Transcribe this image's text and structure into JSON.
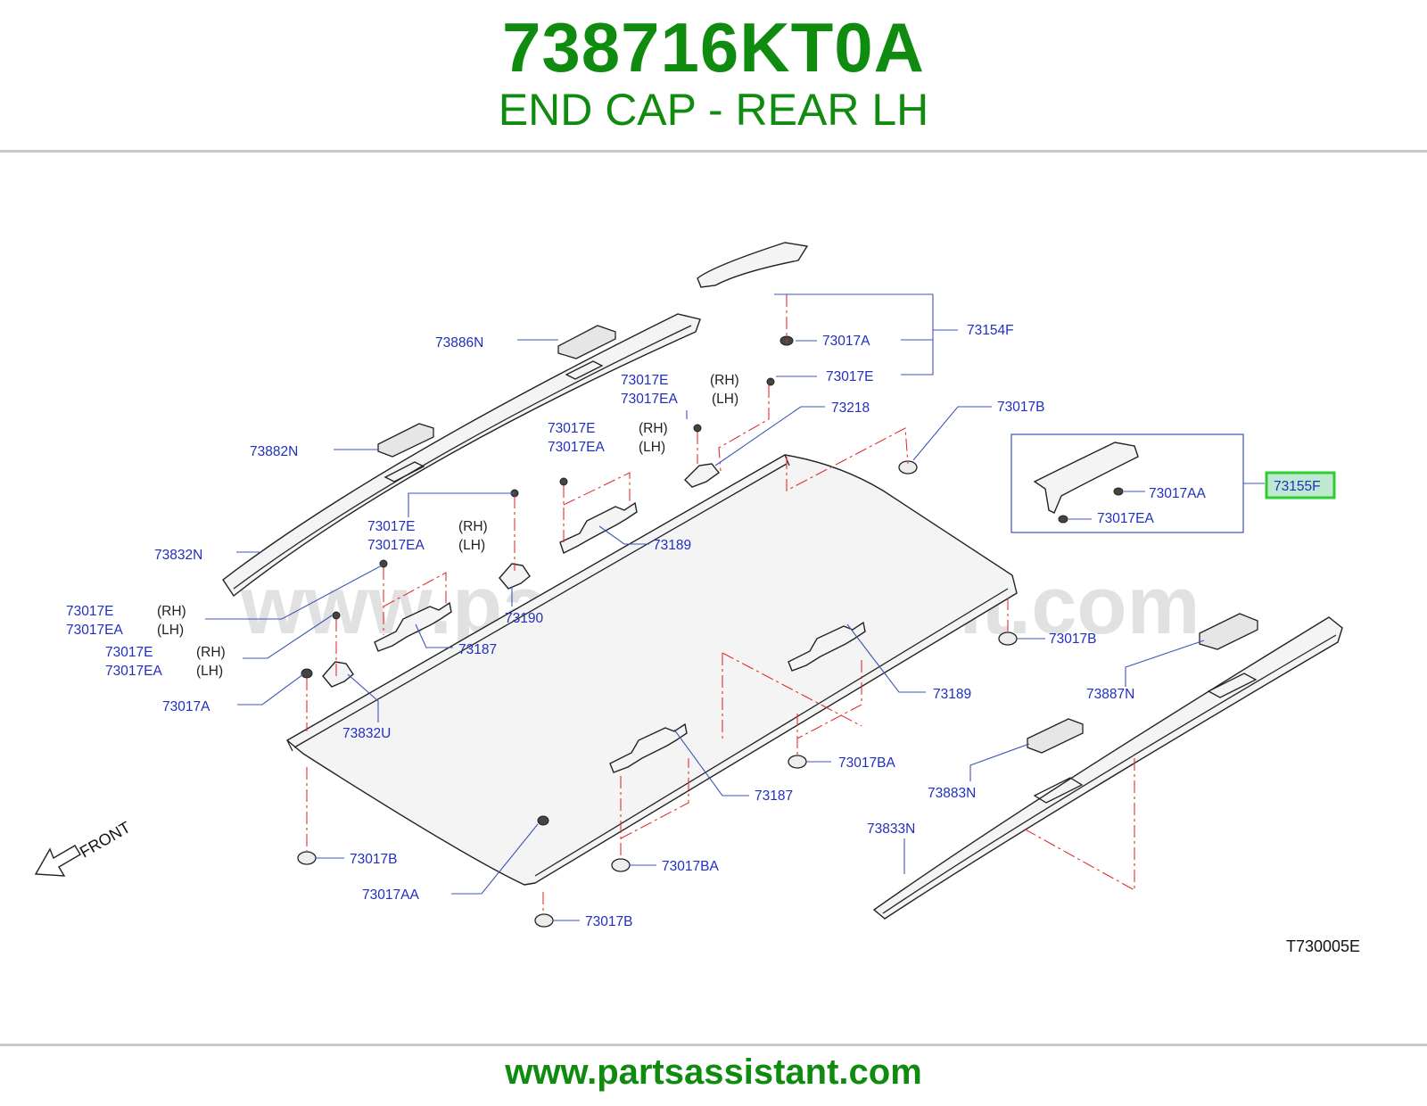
{
  "header": {
    "part_number": "738716KT0A",
    "part_name": "END CAP - REAR LH"
  },
  "footer": {
    "url": "www.partsassistant.com"
  },
  "diagram": {
    "watermark": "www.partsassistant.com",
    "ref_code": "T730005E",
    "front_label": "FRONT",
    "highlight_color": "#2ecc2e",
    "label_color": "#1f2fbf",
    "title_color": "#0f8c0f",
    "labels": {
      "l73886N": "73886N",
      "l73882N": "73882N",
      "l73832N": "73832N",
      "l73154F": "73154F",
      "l73017A_top": "73017A",
      "l73017E_top": "73017E",
      "l73017E_a": "73017E",
      "l73017EA_a": "73017EA",
      "rh_a": "(RH)",
      "lh_a": "(LH)",
      "l73218": "73218",
      "l73017B_top": "73017B",
      "l73155F": "73155F",
      "l73017AA_box": "73017AA",
      "l73017EA_box": "73017EA",
      "l73017E_b": "73017E",
      "l73017EA_b": "73017EA",
      "rh_b": "(RH)",
      "lh_b": "(LH)",
      "l73189_top": "73189",
      "l73017E_c": "73017E",
      "l73017EA_c": "73017EA",
      "rh_c": "(RH)",
      "lh_c": "(LH)",
      "l73190": "73190",
      "l73017E_d": "73017E",
      "l73017EA_d": "73017EA",
      "rh_d": "(RH)",
      "lh_d": "(LH)",
      "l73017E_e": "73017E",
      "l73017EA_e": "73017EA",
      "rh_e": "(RH)",
      "lh_e": "(LH)",
      "l73187_top": "73187",
      "l73017A_left": "73017A",
      "l73832U": "73832U",
      "l73017B_mid": "73017B",
      "l73189_right": "73189",
      "l73887N": "73887N",
      "l73017BA_a": "73017BA",
      "l73187_bot": "73187",
      "l73883N": "73883N",
      "l73833N": "73833N",
      "l73017B_left": "73017B",
      "l73017BA_b": "73017BA",
      "l73017AA_bot": "73017AA",
      "l73017B_bot": "73017B"
    }
  }
}
